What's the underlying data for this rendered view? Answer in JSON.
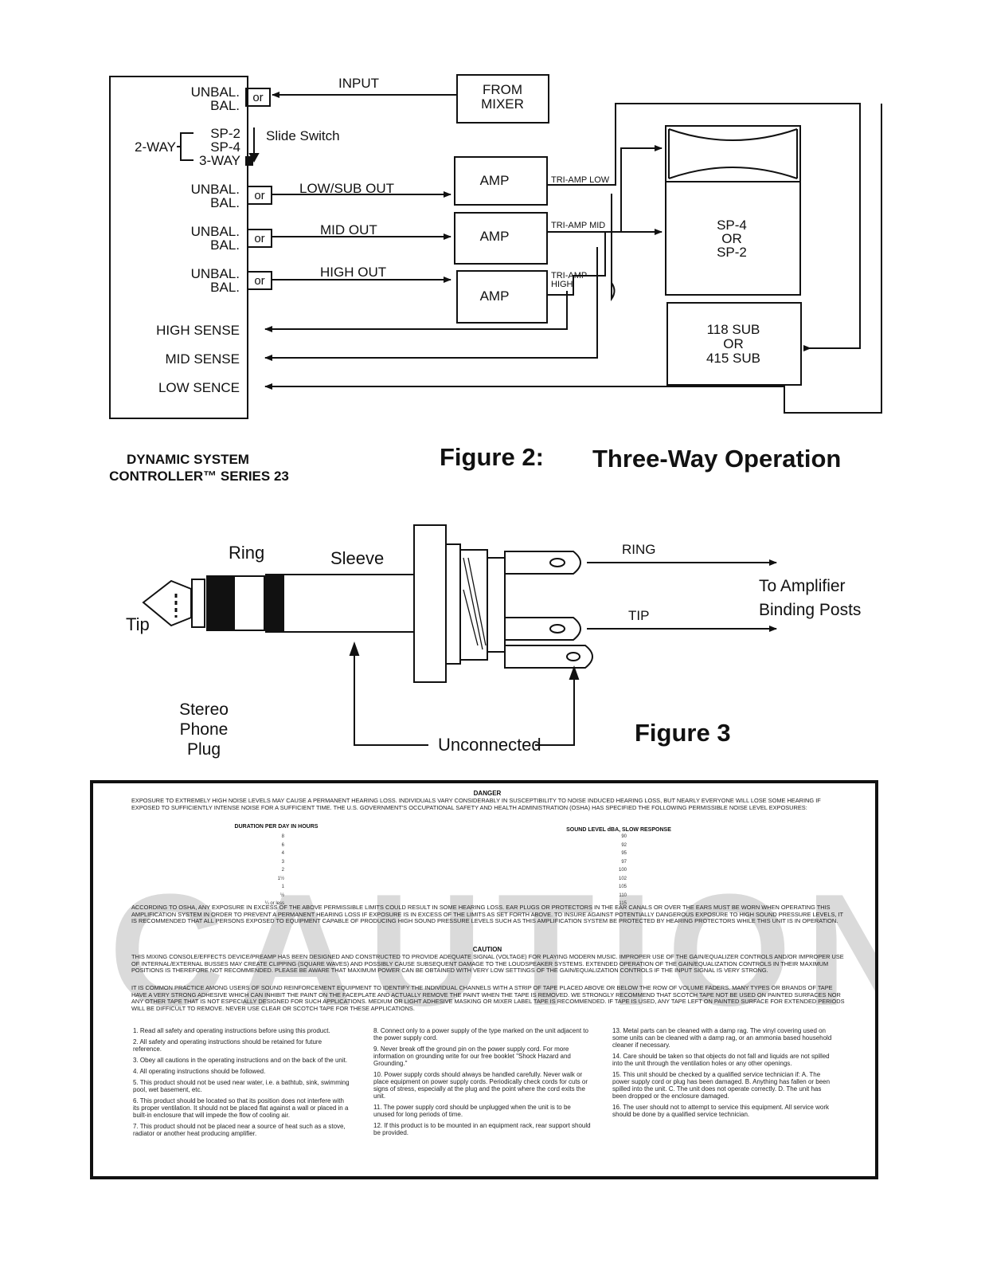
{
  "figure2": {
    "controller_ports": {
      "input_unbal": "UNBAL.",
      "input_bal": "BAL.",
      "or": "or",
      "two_way": "2-WAY",
      "sp2": "SP-2",
      "sp4": "SP-4",
      "three_way": "3-WAY",
      "low_unbal": "UNBAL.",
      "low_bal": "BAL.",
      "mid_unbal": "UNBAL.",
      "mid_bal": "BAL.",
      "high_unbal": "UNBAL.",
      "high_bal": "BAL.",
      "high_sense": "HIGH SENSE",
      "mid_sense": "MID SENSE",
      "low_sense": "LOW SENCE"
    },
    "slide_switch": "Slide Switch",
    "input_label": "INPUT",
    "from_mixer": [
      "FROM",
      "MIXER"
    ],
    "low_out": "LOW/SUB OUT",
    "mid_out": "MID OUT",
    "high_out": "HIGH OUT",
    "amp": "AMP",
    "tri_amp_low": "TRI-AMP LOW",
    "tri_amp_mid": "TRI-AMP MID",
    "tri_amp_high": [
      "TRI-AMP",
      "HIGH"
    ],
    "speaker": [
      "SP-4",
      "OR",
      "SP-2"
    ],
    "sub": [
      "118 SUB",
      "OR",
      "415 SUB"
    ],
    "product": [
      "DYNAMIC SYSTEM",
      "CONTROLLER™ SERIES 23"
    ],
    "caption_num": "Figure 2:",
    "caption_title": "Three-Way Operation"
  },
  "figure3": {
    "ring": "Ring",
    "sleeve": "Sleeve",
    "tip": "Tip",
    "ring_out": "RING",
    "tip_out": "TIP",
    "to_amp": [
      "To Amplifier",
      "Binding Posts"
    ],
    "plug_name": [
      "Stereo",
      "Phone",
      "Plug"
    ],
    "unconnected": "Unconnected",
    "caption": "Figure 3"
  },
  "caution": {
    "watermark": "CAUTION",
    "danger_heading": "DANGER",
    "danger_text": "EXPOSURE TO EXTREMELY HIGH NOISE LEVELS MAY CAUSE A PERMANENT HEARING LOSS. INDIVIDUALS VARY CONSIDERABLY IN SUSCEPTIBILITY TO NOISE INDUCED HEARING LOSS, BUT NEARLY EVERYONE WILL LOSE SOME HEARING IF EXPOSED TO SUFFICIENTLY INTENSE NOISE FOR A SUFFICIENT TIME. THE U.S. GOVERNMENT'S OCCUPATIONAL SAFETY AND HEALTH ADMINISTRATION (OSHA) HAS SPECIFIED THE FOLLOWING PERMISSIBLE NOISE LEVEL EXPOSURES:",
    "table_head_left": "DURATION PER DAY IN HOURS",
    "table_head_right": "SOUND LEVEL dBA, SLOW RESPONSE",
    "durations": [
      "8",
      "6",
      "4",
      "3",
      "2",
      "1½",
      "1",
      "½",
      "¼ or less"
    ],
    "levels": [
      "90",
      "92",
      "95",
      "97",
      "100",
      "102",
      "105",
      "110",
      "115"
    ],
    "osha_text": "ACCORDING TO OSHA, ANY EXPOSURE IN EXCESS OF THE ABOVE PERMISSIBLE LIMITS COULD RESULT IN SOME HEARING LOSS. EAR PLUGS OR PROTECTORS IN THE EAR CANALS OR OVER THE EARS MUST BE WORN WHEN OPERATING THIS AMPLIFICATION SYSTEM IN ORDER TO PREVENT A PERMANENT HEARING LOSS IF EXPOSURE IS IN EXCESS OF THE LIMITS AS SET FORTH ABOVE. TO INSURE AGAINST POTENTIALLY DANGEROUS EXPOSURE TO HIGH SOUND PRESSURE LEVELS, IT IS RECOMMENDED THAT ALL PERSONS EXPOSED TO EQUIPMENT CAPABLE OF PRODUCING HIGH SOUND PRESSURE LEVELS SUCH AS THIS AMPLIFICATION SYSTEM BE PROTECTED BY HEARING PROTECTORS WHILE THIS UNIT IS IN OPERATION.",
    "caution_heading": "CAUTION",
    "caution_text": "THIS MIXING CONSOLE/EFFECTS DEVICE/PREAMP HAS BEEN DESIGNED AND CONSTRUCTED TO PROVIDE ADEQUATE SIGNAL (VOLTAGE) FOR PLAYING MODERN MUSIC. IMPROPER USE OF THE GAIN/EQUALIZER CONTROLS AND/OR IMPROPER USE OF INTERNAL/EXTERNAL BUSSES MAY CREATE CLIPPING (SQUARE WAVES) AND POSSIBLY CAUSE SUBSEQUENT DAMAGE TO THE LOUDSPEAKER SYSTEMS. EXTENDED OPERATION OF THE GAIN/EQUALIZATION CONTROLS IN THEIR MAXIMUM POSITIONS IS THEREFORE NOT RECOMMENDED. PLEASE BE AWARE THAT MAXIMUM POWER CAN BE OBTAINED WITH VERY LOW SETTINGS OF THE GAIN/EQUALIZATION CONTROLS IF THE INPUT SIGNAL IS VERY STRONG.",
    "tape_text": "IT IS COMMON PRACTICE AMONG USERS OF SOUND REINFORCEMENT EQUIPMENT TO IDENTIFY THE INDIVIDUAL CHANNELS WITH A STRIP OF TAPE PLACED ABOVE OR BELOW THE ROW OF VOLUME FADERS. MANY TYPES OR BRANDS OF TAPE HAVE A VERY STRONG ADHESIVE WHICH CAN INHIBIT THE PAINT ON THE FACEPLATE AND ACTUALLY REMOVE THE PAINT WHEN THE TAPE IS REMOVED. WE STRONGLY RECOMMEND THAT SCOTCH TAPE NOT BE USED ON PAINTED SURFACES NOR ANY OTHER TAPE THAT IS NOT ESPECIALLY DESIGNED FOR SUCH APPLICATIONS. MEDIUM OR LIGHT ADHESIVE MASKING OR MIXER LABEL TAPE IS RECOMMENDED. IF TAPE IS USED, ANY TAPE LEFT ON PAINTED SURFACE FOR EXTENDED PERIODS WILL BE DIFFICULT TO REMOVE. NEVER USE CLEAR OR SCOTCH TAPE FOR THESE APPLICATIONS.",
    "instructions_col1": [
      "1. Read all safety and operating instructions before using this product.",
      "2. All safety and operating instructions should be retained for future reference.",
      "3. Obey all cautions in the operating instructions and on the back of the unit.",
      "4. All operating instructions should be followed.",
      "5. This product should not be used near water, i.e. a bathtub, sink, swimming pool, wet basement, etc.",
      "6. This product should be located so that its position does not interfere with its proper ventilation. It should not be placed flat against a wall or placed in a built-in enclosure that will impede the flow of cooling air.",
      "7. This product should not be placed near a source of heat such as a stove, radiator or another heat producing amplifier."
    ],
    "instructions_col2": [
      "8. Connect only to a power supply of the type marked on the unit adjacent to the power supply cord.",
      "9. Never break off the ground pin on the power supply cord. For more information on grounding write for our free booklet \"Shock Hazard and Grounding.\"",
      "10. Power supply cords should always be handled carefully. Never walk or place equipment on power supply cords. Periodically check cords for cuts or signs of stress, especially at the plug and the point where the cord exits the unit.",
      "11. The power supply cord should be unplugged when the unit is to be unused for long periods of time.",
      "12. If this product is to be mounted in an equipment rack, rear support should be provided."
    ],
    "instructions_col3": [
      "13. Metal parts can be cleaned with a damp rag. The vinyl covering used on some units can be cleaned with a damp rag, or an ammonia based household cleaner if necessary.",
      "14. Care should be taken so that objects do not fall and liquids are not spilled into the unit through the ventilation holes or any other openings.",
      "15. This unit should be checked by a qualified service technician if: A. The power supply cord or plug has been damaged. B. Anything has fallen or been spilled into the unit. C. The unit does not operate correctly. D. The unit has been dropped or the enclosure damaged.",
      "16. The user should not to attempt to service this equipment. All service work should be done by a qualified service technician."
    ]
  }
}
